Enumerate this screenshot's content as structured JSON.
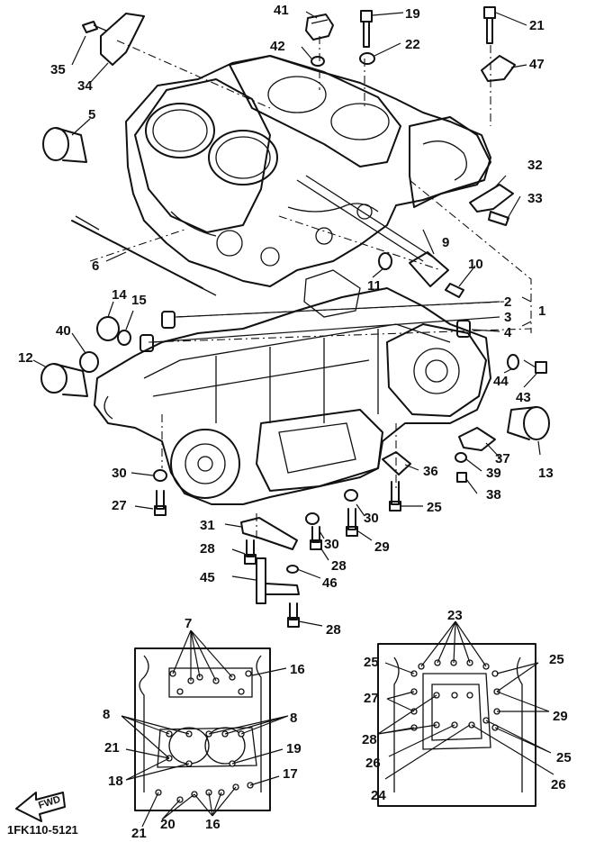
{
  "diagram_code": "1FK110-5121",
  "front_label": "FWD",
  "callouts": {
    "c1": "1",
    "c2": "2",
    "c3": "3",
    "c4": "4",
    "c5": "5",
    "c6": "6",
    "c7": "7",
    "c8a": "8",
    "c8b": "8",
    "c9": "9",
    "c10": "10",
    "c11": "11",
    "c12": "12",
    "c13": "13",
    "c14": "14",
    "c15": "15",
    "c16a": "16",
    "c16b": "16",
    "c17": "17",
    "c18": "18",
    "c19a": "19",
    "c19b": "19",
    "c20": "20",
    "c21a": "21",
    "c21b": "21",
    "c21c": "21",
    "c22": "22",
    "c23": "23",
    "c24": "24",
    "c25a": "25",
    "c25b": "25",
    "c25c": "25",
    "c25d": "25",
    "c26a": "26",
    "c26b": "26",
    "c27a": "27",
    "c27b": "27",
    "c28a": "28",
    "c28b": "28",
    "c28c": "28",
    "c28d": "28",
    "c29a": "29",
    "c29b": "29",
    "c30a": "30",
    "c30b": "30",
    "c30c": "30",
    "c31": "31",
    "c32": "32",
    "c33": "33",
    "c34": "34",
    "c35": "35",
    "c36": "36",
    "c37": "37",
    "c38": "38",
    "c39": "39",
    "c40": "40",
    "c41": "41",
    "c42": "42",
    "c43": "43",
    "c44": "44",
    "c45": "45",
    "c46": "46",
    "c47": "47"
  }
}
